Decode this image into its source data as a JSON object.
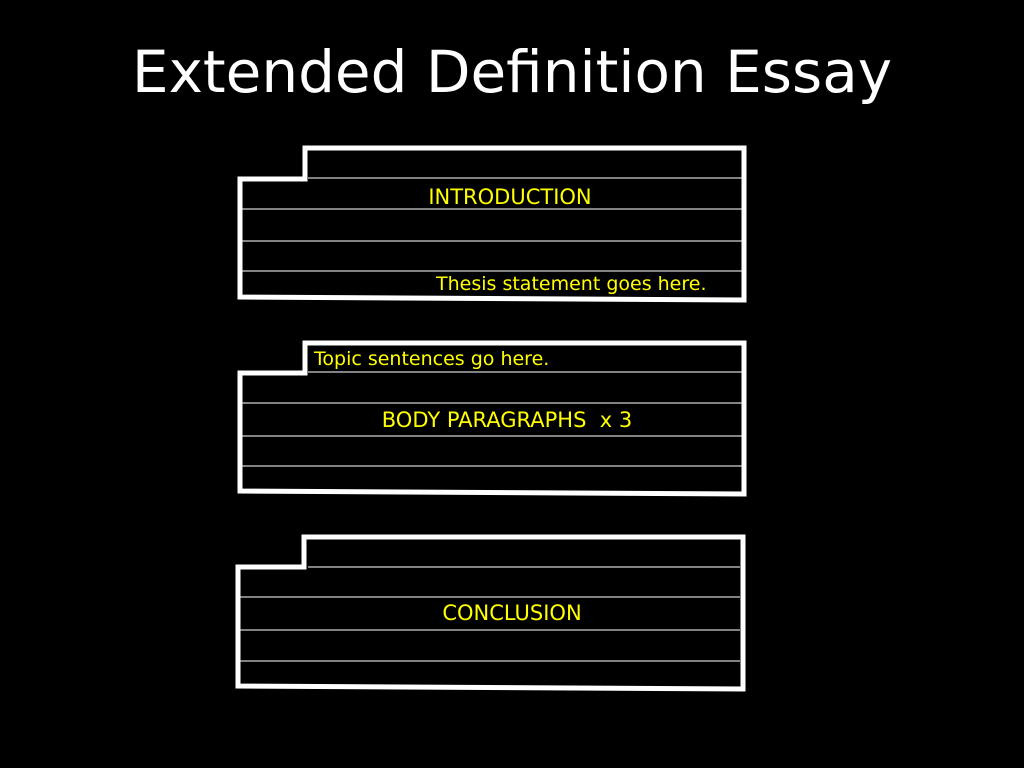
{
  "slide": {
    "title": "Extended Definition Essay",
    "colors": {
      "background": "#000000",
      "title": "#ffffff",
      "labels": "#ffff00",
      "outline": "#ffffff",
      "rule_lines": "#cfcfcf"
    },
    "blocks": [
      {
        "name": "introduction",
        "label": "INTRODUCTION",
        "note": "Thesis statement goes here."
      },
      {
        "name": "body",
        "label": "BODY PARAGRAPHS  x 3",
        "note": "Topic sentences go here."
      },
      {
        "name": "conclusion",
        "label": "CONCLUSION"
      }
    ]
  }
}
